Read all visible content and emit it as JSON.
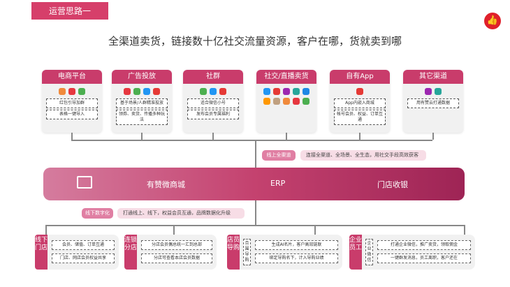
{
  "header": {
    "title": "运营思路一",
    "logo_icon": "thumbs-up-icon"
  },
  "headline": "全渠道卖货，链接数十亿社交流量资源，客户在哪，货就卖到哪",
  "channels": [
    {
      "title": "电商平台",
      "icons": [
        "taobao-icon",
        "tmall-icon",
        "pinduoduo-icon"
      ],
      "items": [
        "红包引导加群",
        "表格一键导入"
      ]
    },
    {
      "title": "广告投放",
      "icons": [
        "toutiao-icon",
        "wechat-icon",
        "chrome-icon",
        "qq-icon"
      ],
      "items": [
        "基于场景/人群精准投放",
        "领券、卖货、传播多种玩法"
      ]
    },
    {
      "title": "社群",
      "icons": [
        "wechat-icon",
        "contacts-icon",
        "chrome-icon"
      ],
      "items": [
        "适合微信小号",
        "发布会员专属福利"
      ]
    },
    {
      "title": "社交/直播卖货",
      "icons": [
        "wechat-icon",
        "weibo-icon",
        "baidu-icon",
        "qq-icon",
        "alipay-icon",
        "chat-icon",
        "video-icon",
        "kuaishou-icon",
        "taobao-live-icon",
        "live-icon"
      ],
      "items": []
    },
    {
      "title": "自有App",
      "icons": [
        "app-icon"
      ],
      "items": [
        "App内嵌入商城",
        "帐号会员、权益、订单互通"
      ]
    },
    {
      "title": "其它渠道",
      "icons": [
        "ie-icon",
        "erp-icon"
      ],
      "items": [
        "用有赞云打通数据"
      ]
    }
  ],
  "online": {
    "tag": "线上全渠道",
    "text": "连接全渠道、全场景、全生态，用社交手段高效获客"
  },
  "erp_bar": {
    "left": "有赞微商城",
    "center": "ERP",
    "right": "门店收银"
  },
  "offline": {
    "tag": "线下数字化",
    "text": "打通线上、线下，权益会员互通，品牌数据化升级"
  },
  "bottom": [
    {
      "label": "线下门店",
      "items": [
        "会员、储值、订单互通",
        "门店、网店会员权益共享"
      ]
    },
    {
      "label": "连锁分店",
      "items": [
        "分店会员偶总统一汇到总部",
        "分店可查看本店会员数据"
      ]
    },
    {
      "label": "店员导购",
      "sub": "合围导购",
      "items": [
        "生成AI名片，客户高效链联",
        "绑定导购名下，计入导购业绩"
      ]
    },
    {
      "label": "企业员工",
      "sub": "企业微信",
      "items": [
        "打通企业微信，推广卖货，领取佣金",
        "一键群发消息，员工离职，客户还在"
      ]
    }
  ]
}
